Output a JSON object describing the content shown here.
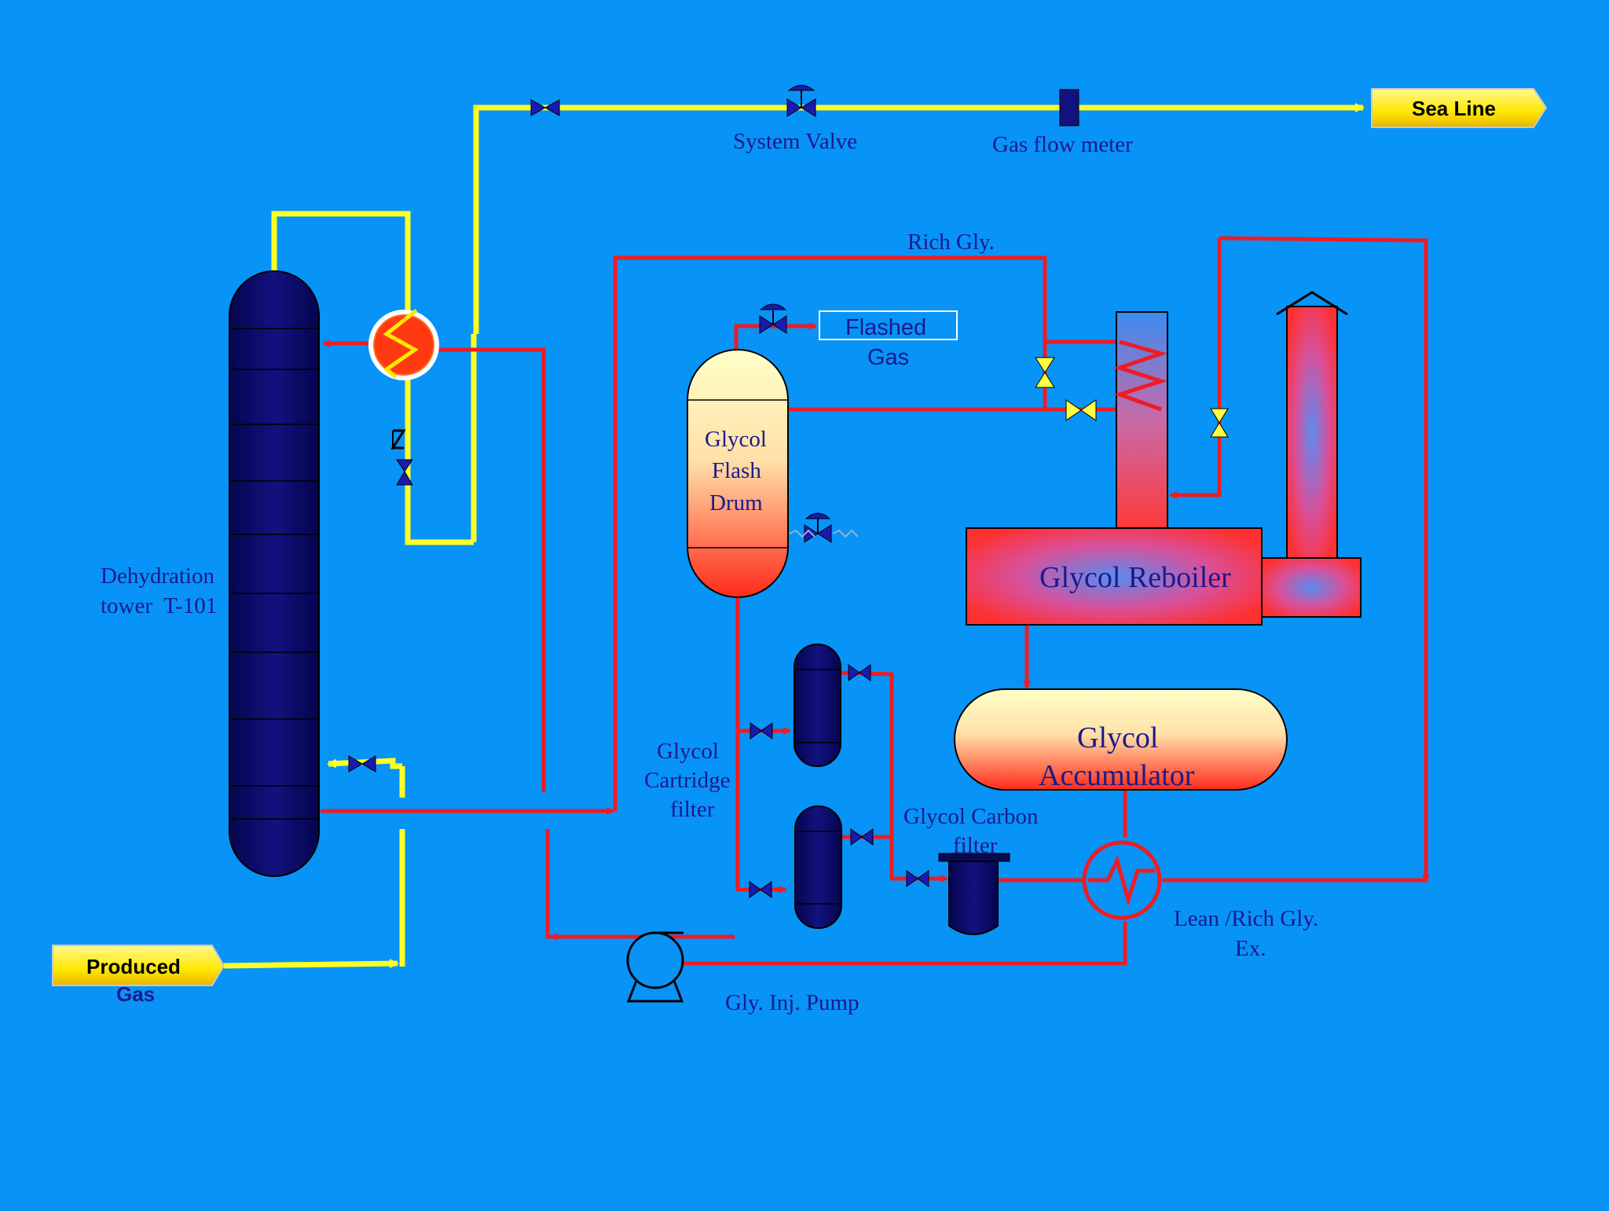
{
  "tags": {
    "sea_line": "Sea Line",
    "produced_gas_line1": "Produced",
    "produced_gas_line2": "Gas"
  },
  "labels": {
    "system_valve": "System Valve",
    "gas_flow_meter": "Gas flow meter",
    "rich_gly": "Rich Gly.",
    "flashed_gas_line1": "Flashed",
    "flashed_gas_line2": "Gas",
    "flash_drum_line1": "Glycol",
    "flash_drum_line2": "Flash",
    "flash_drum_line3": "Drum",
    "reboiler": "Glycol Reboiler",
    "accumulator_line1": "Glycol",
    "accumulator_line2": "Accumulator",
    "tower_line1": "Dehydration",
    "tower_line2": "tower  T-101",
    "cartridge_line1": "Glycol",
    "cartridge_line2": "Cartridge",
    "cartridge_line3": "filter",
    "carbon_line1": "Glycol Carbon",
    "carbon_line2": "filter",
    "exchanger_line1": "Lean /Rich Gly.",
    "exchanger_line2": "Ex.",
    "pump": "Gly. Inj. Pump"
  },
  "colors": {
    "background": "#0893F7",
    "gas_line": "#FFFF22",
    "glycol_line": "#EE1C24",
    "vessel_dark": "#0A0A70",
    "label_text": "#1A1A8C"
  }
}
